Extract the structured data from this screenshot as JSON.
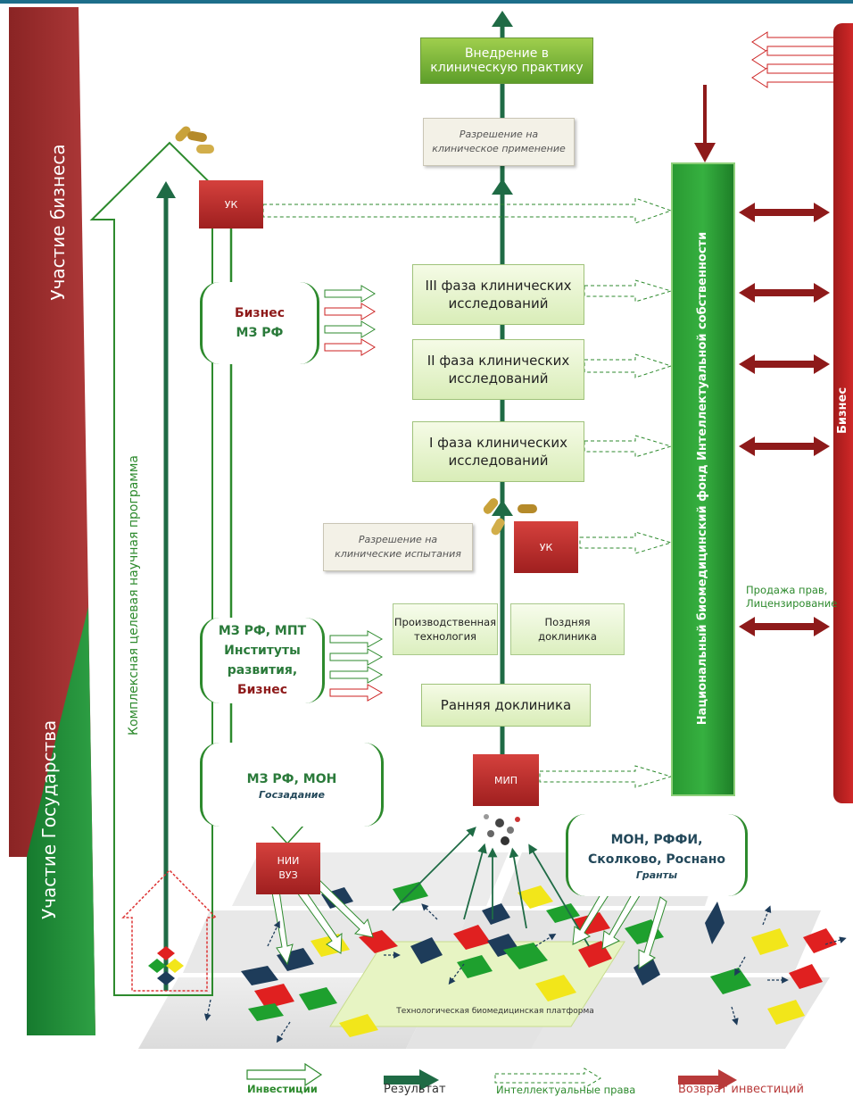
{
  "side_bands": {
    "business_participation": "Участие бизнеса",
    "state_participation": "Участие Государства"
  },
  "program_label": "Комплексная целевая научная программа",
  "business_bar_label": "Бизнес",
  "fund_label": "Национальный биомедицинский фонд Интеллектуальной собственности",
  "top_box": "Внедрение в клиническую практику",
  "permission_clinical_use": "Разрешение на клиническое применение",
  "permission_trials": "Разрешение на клинические испытания",
  "uk_top": "УК",
  "uk_mid": "УК",
  "phases": [
    "III фаза клинических исследований",
    "II фаза клинических исследований",
    "I фаза клинических исследований"
  ],
  "prod_tech": "Производственная технология",
  "late_preclinic": "Поздняя доклиника",
  "early_preclinic": "Ранняя доклиника",
  "mip": "МИП",
  "nii": "НИИ ВУЗ",
  "brackets": {
    "biz_line1": "Бизнес",
    "biz_line2": "МЗ РФ",
    "mid_line1": "МЗ РФ, МПТ",
    "mid_line2": "Институты",
    "mid_line3": "развития,",
    "mid_line4": "Бизнес",
    "gov_line1": "МЗ РФ, МОН",
    "gov_line2": "Госзадание",
    "grant_line1": "МОН, РФФИ,",
    "grant_line2": "Сколково, Роснано",
    "grant_line3": "Гранты"
  },
  "sale_rights": "Продажа прав, Лицензирование",
  "platform_label": "Технологическая биомедицинская платформа",
  "legend": {
    "investments": "Инвестиции",
    "result": "Результат",
    "ip_rights": "Интеллектуальные права",
    "return": "Возврат инвестиций"
  },
  "colors": {
    "dark_red": "#8e1a1a",
    "green": "#2d8a2d",
    "dark_green": "#1f6b45",
    "light_green": "#9fce4d"
  }
}
